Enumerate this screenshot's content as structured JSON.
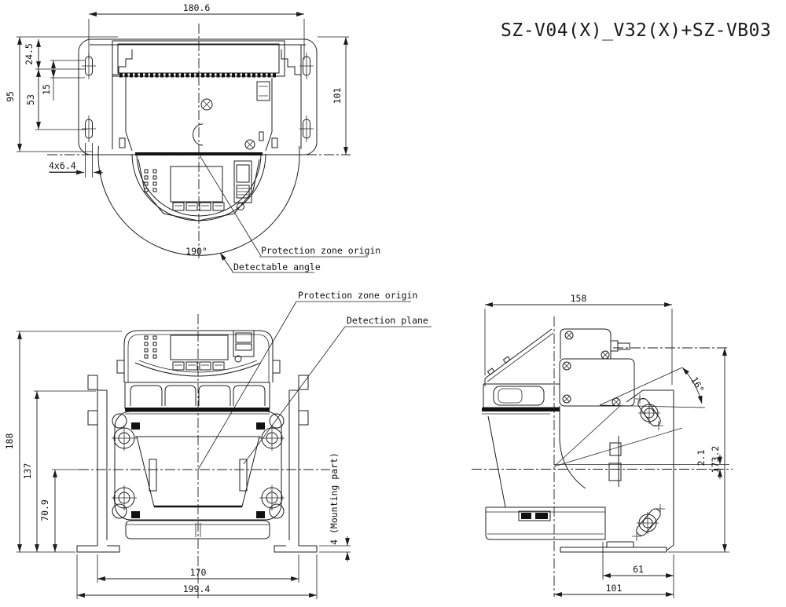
{
  "title": "SZ-V04(X)_V32(X)+SZ-VB03",
  "top_view": {
    "dim_width": "180.6",
    "dim_depth": "95",
    "dim_a": "24.5",
    "dim_b": "15",
    "dim_c": "53",
    "dim_right": "101",
    "dim_slots": "4x6.4",
    "dim_angle": "190°",
    "label_origin": "Protection zone origin",
    "label_angle": "Detectable angle"
  },
  "front_view": {
    "dim_height": "188",
    "dim_h2": "137",
    "dim_h3": "70.9",
    "dim_w1": "170",
    "dim_w2": "199.4",
    "dim_mount": "4 (Mounting part)",
    "label_origin": "Protection zone origin",
    "label_plane": "Detection plane"
  },
  "side_view": {
    "dim_depth": "158",
    "dim_tilt": "16°",
    "dim_offset": "2.1",
    "dim_height": "173.2",
    "dim_w1": "61",
    "dim_w2": "101"
  }
}
